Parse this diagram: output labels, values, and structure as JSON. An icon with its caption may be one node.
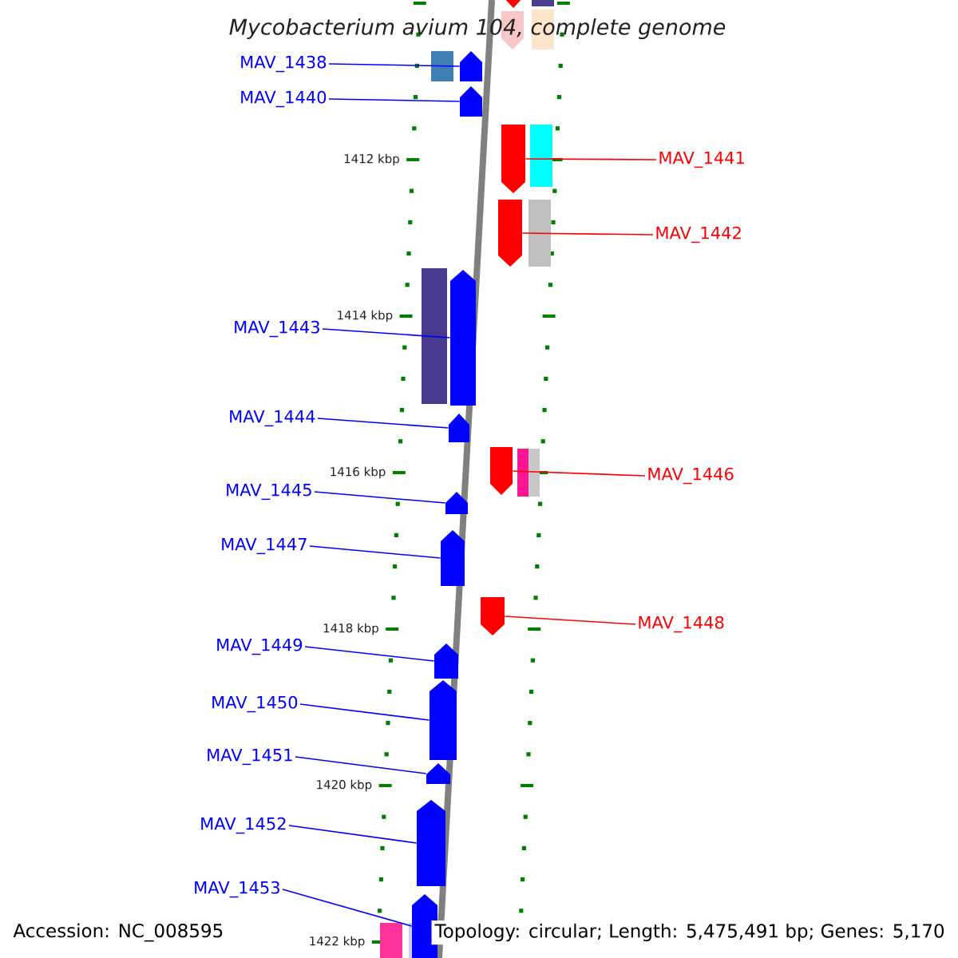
{
  "diagram": {
    "title": "Mycobacterium avium 104, complete genome",
    "nodes": [
      {
        "text": [
          "MAV_1438"
        ]
      },
      {
        "text": [],
        "shape": "pentagon"
      },
      {
        "text": [
          "MAV_1440"
        ]
      },
      {
        "text": [],
        "shape": "pentagon"
      },
      {
        "text": [
          "MAV_1441"
        ]
      },
      {
        "text": [],
        "shape": "pentagon"
      },
      {
        "text": [
          "MAV_1442"
        ]
      },
      {
        "text": [],
        "shape": "pentagon"
      },
      {
        "text": [
          "MAV_1443"
        ]
      },
      {
        "text": [],
        "shape": "pentagon"
      },
      {
        "text": [
          "MAV_1444"
        ]
      },
      {
        "text": [],
        "shape": "pentagon"
      },
      {
        "text": [
          "MAV_1446"
        ]
      },
      {
        "text": [],
        "shape": "pentagon"
      },
      {
        "text": [
          "MAV_1445"
        ]
      },
      {
        "text": [],
        "shape": "pentagon"
      },
      {
        "text": [
          "MAV_1447"
        ]
      },
      {
        "text": [],
        "shape": "pentagon"
      },
      {
        "text": [
          "MAV_1448"
        ]
      },
      {
        "text": [],
        "shape": "pentagon"
      },
      {
        "text": [
          "MAV_1449"
        ]
      },
      {
        "text": [],
        "shape": "pentagon"
      },
      {
        "text": [
          "MAV_1450"
        ]
      },
      {
        "text": [],
        "shape": "pentagon"
      },
      {
        "text": [
          "MAV_1451"
        ]
      },
      {
        "text": [],
        "shape": "pentagon"
      },
      {
        "text": [
          "MAV_1452"
        ]
      },
      {
        "text": [],
        "shape": "pentagon"
      },
      {
        "text": [
          "MAV_1453"
        ]
      },
      {
        "text": [],
        "shape": "pentagon"
      }
    ],
    "edges": [
      {
        "from": 0,
        "to": 1,
        "arrow": "none"
      },
      {
        "from": 2,
        "to": 3,
        "arrow": "none"
      },
      {
        "from": 4,
        "to": 5,
        "arrow": "none",
        "color": "#ff0000"
      },
      {
        "from": 6,
        "to": 7,
        "arrow": "none",
        "color": "#ff0000"
      },
      {
        "from": 8,
        "to": 9,
        "arrow": "none"
      },
      {
        "from": 10,
        "to": 11,
        "arrow": "none"
      },
      {
        "from": 12,
        "to": 13,
        "arrow": "none",
        "color": "#ff0000"
      },
      {
        "from": 14,
        "to": 15,
        "arrow": "none"
      },
      {
        "from": 16,
        "to": 17,
        "arrow": "none"
      },
      {
        "from": 18,
        "to": 19,
        "arrow": "none",
        "color": "#ff0000"
      },
      {
        "from": 20,
        "to": 21,
        "arrow": "none"
      },
      {
        "from": 22,
        "to": 23,
        "arrow": "none"
      },
      {
        "from": 24,
        "to": 25,
        "arrow": "none"
      },
      {
        "from": 26,
        "to": 27,
        "arrow": "none"
      },
      {
        "from": 28,
        "to": 29,
        "arrow": "none"
      }
    ],
    "labels": [
      "1412 kbp",
      "1414 kbp",
      "1416 kbp",
      "1418 kbp",
      "1420 kbp",
      "1422 kbp",
      "Accession: NC_008595",
      "Topology: circular; Length: 5,475,491 bp; Genes: 5,170"
    ]
  }
}
